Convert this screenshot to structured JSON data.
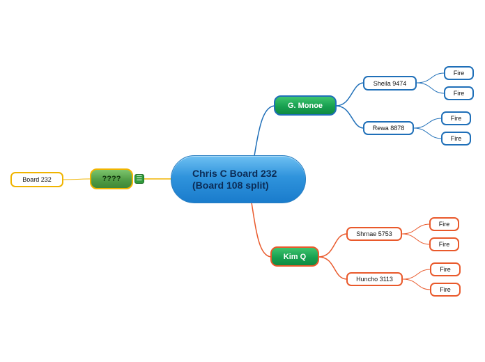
{
  "central": {
    "label": "Chris C Board 232 (Board 108 split)"
  },
  "branches": {
    "top": {
      "label": "G. Monoe",
      "children": [
        {
          "label": "Sheila 9474",
          "leaves": [
            "Fire",
            "Fire"
          ]
        },
        {
          "label": "Rewa 8878",
          "leaves": [
            "Fire",
            "Fire"
          ]
        }
      ]
    },
    "bottom": {
      "label": "Kim Q",
      "children": [
        {
          "label": "Shrnae 5753",
          "leaves": [
            "Fire",
            "Fire"
          ]
        },
        {
          "label": "Huncho 3113",
          "leaves": [
            "Fire",
            "Fire"
          ]
        }
      ]
    },
    "left": {
      "label": "????",
      "children": [
        {
          "label": "Board 232"
        }
      ],
      "icon": "menu-icon"
    }
  },
  "colors": {
    "blue_branch": "#1f6fb8",
    "orange_branch": "#e9592b",
    "yellow_branch": "#f0b400",
    "central_fill": "#2f93dc",
    "main_fill": "#18a050"
  }
}
